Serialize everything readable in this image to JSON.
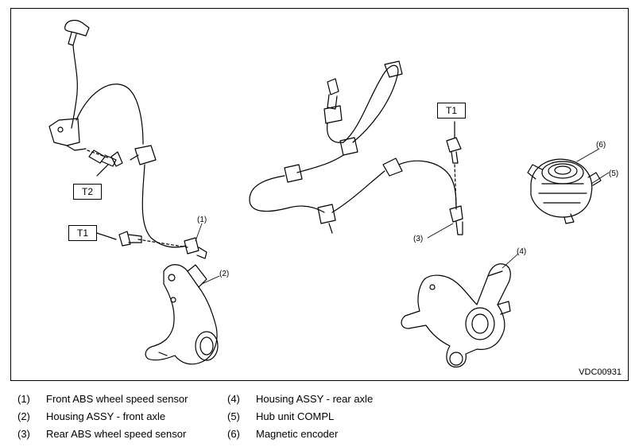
{
  "diagram": {
    "code": "VDC00931",
    "torque_tags": {
      "t1_left": "T1",
      "t1_right": "T1",
      "t2": "T2"
    },
    "callouts": {
      "c1": "(1)",
      "c2": "(2)",
      "c3": "(3)",
      "c4": "(4)",
      "c5": "(5)",
      "c6": "(6)"
    }
  },
  "legend": [
    {
      "num": "(1)",
      "label": "Front ABS wheel speed sensor"
    },
    {
      "num": "(2)",
      "label": "Housing ASSY - front axle"
    },
    {
      "num": "(3)",
      "label": "Rear ABS wheel speed sensor"
    },
    {
      "num": "(4)",
      "label": "Housing ASSY - rear axle"
    },
    {
      "num": "(5)",
      "label": "Hub unit COMPL"
    },
    {
      "num": "(6)",
      "label": "Magnetic encoder"
    }
  ]
}
